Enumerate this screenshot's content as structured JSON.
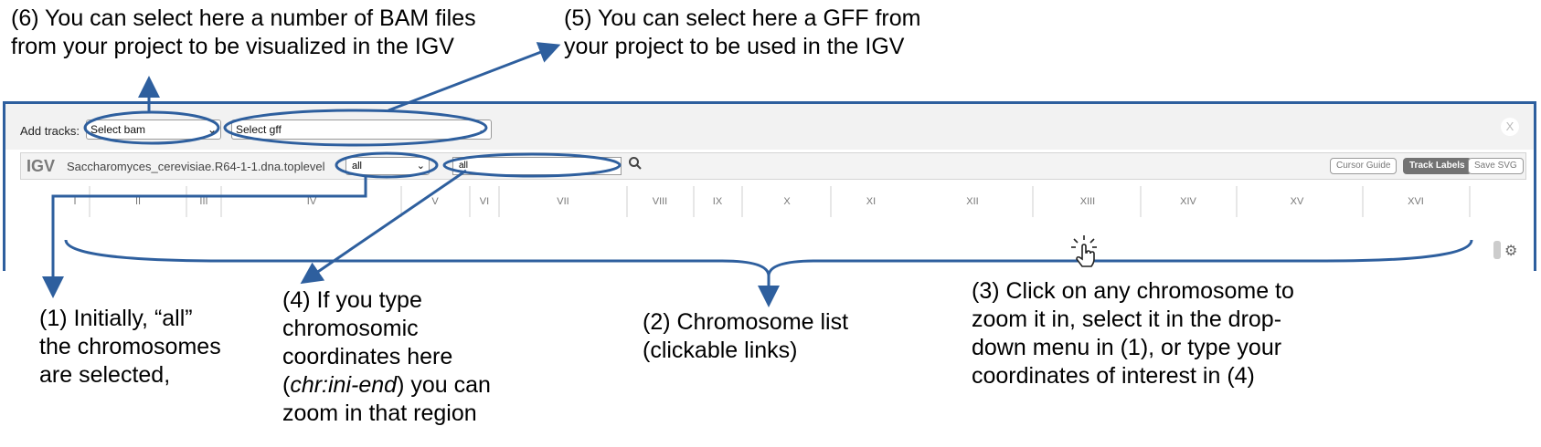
{
  "annotations": {
    "a6_line1": "(6) You can select here a number of BAM files",
    "a6_line2": "from your project to be visualized in the IGV",
    "a5_line1": "(5) You can select here a GFF from",
    "a5_line2": "your project to be used in the IGV",
    "a1_line1": "(1) Initially, “all”",
    "a1_line2": "the chromosomes",
    "a1_line3": "are selected,",
    "a4_line1": "(4) If you type",
    "a4_line2": "chromosomic",
    "a4_line3": "coordinates here",
    "a4_line4_open": "(",
    "a4_line4_italic": "chr:ini-end",
    "a4_line4_rest": ") you can",
    "a4_line5": "zoom in that region",
    "a2_line1": "(2) Chromosome list",
    "a2_line2": "(clickable links)",
    "a3_line1": "(3) Click on any chromosome to",
    "a3_line2": "zoom it in, select it in the drop-",
    "a3_line3": "down menu in (1), or type your",
    "a3_line4": "coordinates of interest in (4)"
  },
  "app": {
    "add_tracks_label": "Add tracks:",
    "bam_select": "Select bam",
    "gff_select": "Select gff",
    "close_symbol": "X",
    "igv_logo": "IGV",
    "genome_name": "Saccharomyces_cerevisiae.R64-1-1.dna.toplevel",
    "chromosome_select": "all",
    "locus_input": "all",
    "cursor_guide": "Cursor Guide",
    "track_labels": "Track Labels",
    "save_svg": "Save SVG"
  },
  "chromosomes": [
    "I",
    "II",
    "III",
    "IV",
    "V",
    "VI",
    "VII",
    "VIII",
    "IX",
    "X",
    "XI",
    "XII",
    "XIII",
    "XIV",
    "XV",
    "XVI"
  ],
  "colors": {
    "annotation_blue": "#2e5f9e",
    "divider_gray": "#cfcfcf",
    "label_gray": "#777777"
  }
}
